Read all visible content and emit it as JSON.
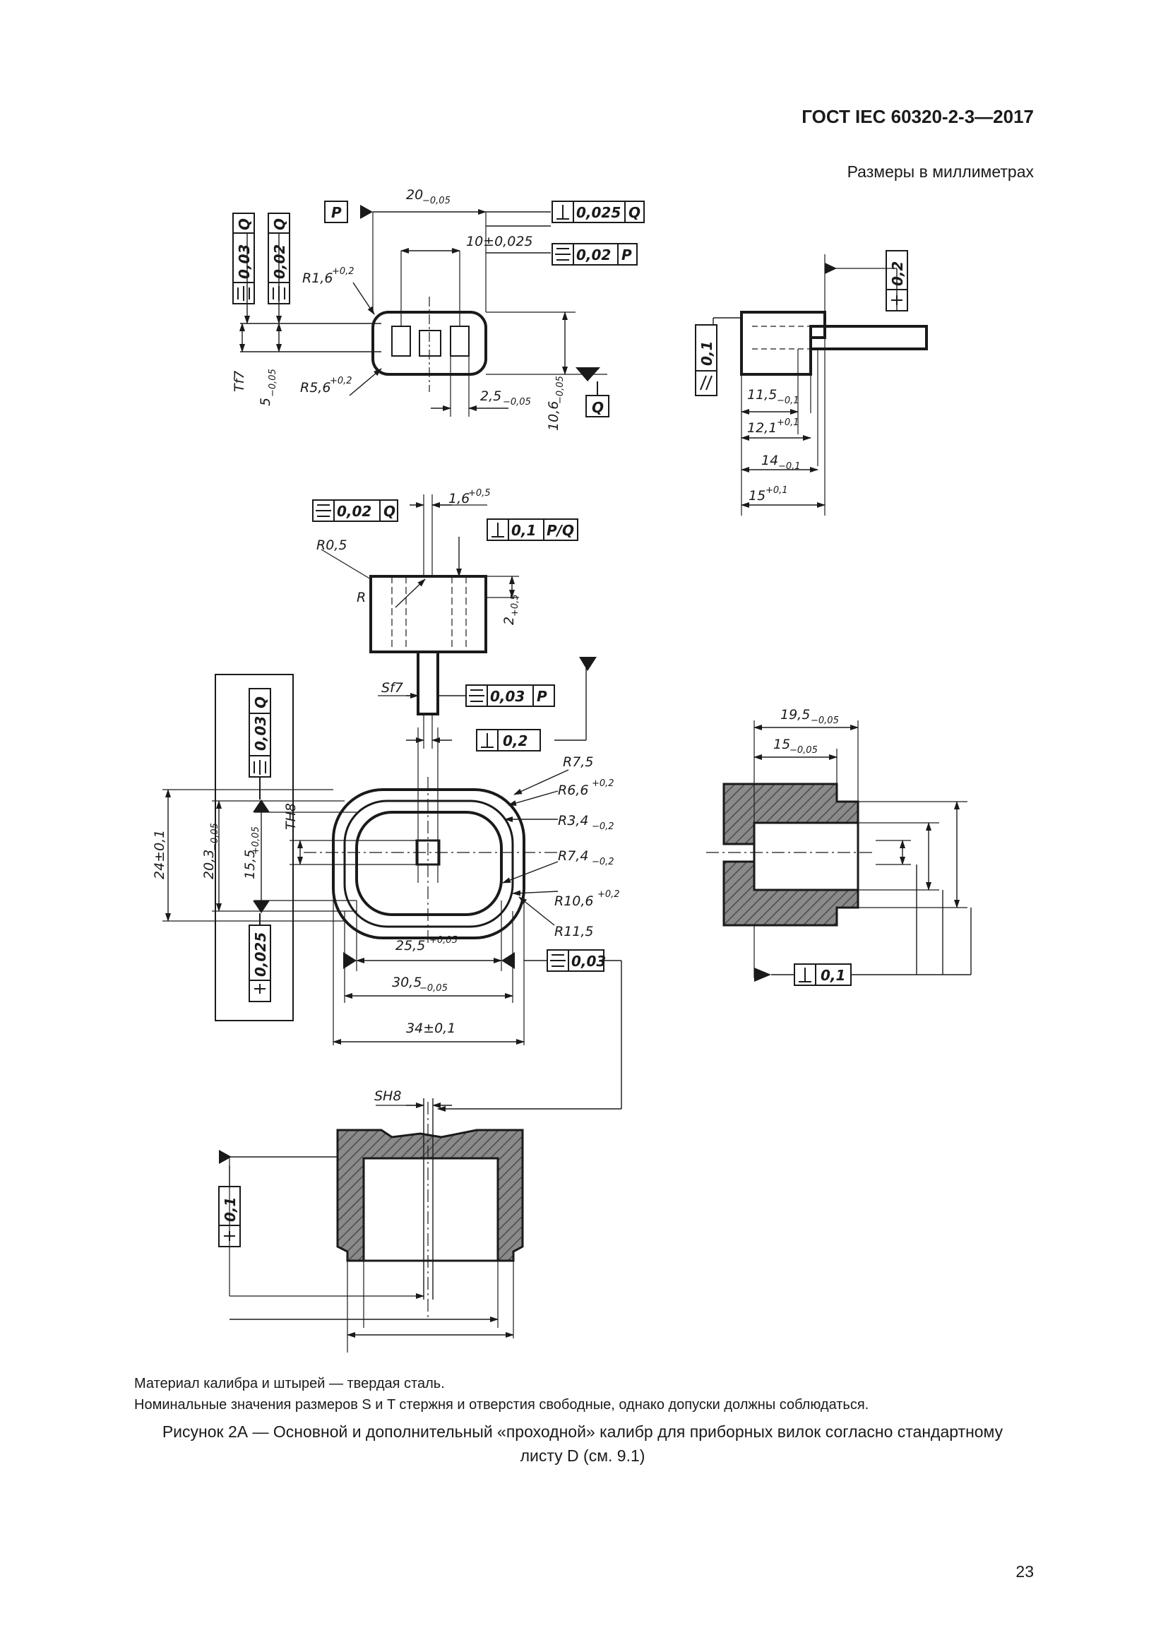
{
  "header": {
    "standard": "ГОСТ IEC 60320-2-3—2017",
    "units_note": "Размеры в миллиметрах"
  },
  "fig_top_left": {
    "datum_p": "P",
    "datum_q": "Q",
    "dim_20": "20",
    "dim_20_tol": "−0,05",
    "dim_10": "10±0,025",
    "fc_perp": "0,025",
    "fc_perp_ref": "Q",
    "fc_sym_02": "0,02",
    "fc_sym_02_ref": "P",
    "fc_v1": "0,03",
    "fc_v1_ref": "Q",
    "fc_v2": "0,02",
    "fc_v2_ref": "Q",
    "r16": "R1,6",
    "r16_tol": "+0,2",
    "r56": "R5,6",
    "r56_tol": "+0,2",
    "tf7": "Tf7",
    "dim_5": "5",
    "dim_5_tol": "−0,05",
    "dim_25": "2,5",
    "dim_25_tol": "−0,05",
    "dim_106": "10,6",
    "dim_106_tol": "−0,05"
  },
  "fig_top_right": {
    "fc_perp": "0,2",
    "fc_par": "0,1",
    "dim_115": "11,5",
    "dim_115_tol": "−0,1",
    "dim_121": "12,1",
    "dim_121_tol": "+0,1",
    "dim_14": "14",
    "dim_14_tol": "−0,1",
    "dim_15": "15",
    "dim_15_tol": "+0,1"
  },
  "fig_mid": {
    "fc_sym": "0,02",
    "fc_sym_ref": "Q",
    "dim_16": "1,6",
    "dim_16_tol": "+0,5",
    "fc_perp": "0,1",
    "fc_perp_ref": "P/Q",
    "r05": "R0,5",
    "r": "R",
    "dim_2": "2",
    "dim_2_tol": "+0,5",
    "sf7": "Sf7",
    "fc_sym_pin": "0,03",
    "fc_sym_pin_ref": "P",
    "fc_perp_pin": "0,2"
  },
  "fig_main": {
    "fc_v_top": "0,03",
    "fc_v_top_ref": "Q",
    "fc_v_bottom": "0,025",
    "r75": "R7,5",
    "r66": "R6,6",
    "r66_tol": "+0,2",
    "r34": "R3,4",
    "r34_tol": "−0,2",
    "r74": "R7,4",
    "r74_tol": "−0,2",
    "r106": "R10,6",
    "r106_tol": "+0,2",
    "r115": "R11,5",
    "dim_24": "24±0,1",
    "dim_203": "20,3",
    "dim_203_tol": "−0,05",
    "dim_155": "15,5",
    "dim_155_tol": "+0,05",
    "th8": "TH8",
    "dim_255": "25,5",
    "dim_255_tol": "+0,05",
    "dim_305": "30,5",
    "dim_305_tol": "−0,05",
    "dim_34": "34±0,1",
    "fc_sym": "0,03"
  },
  "fig_right_section": {
    "dim_195": "19,5",
    "dim_195_tol": "−0,05",
    "dim_15": "15",
    "dim_15_tol": "−0,05",
    "fc_perp": "0,1"
  },
  "fig_bottom": {
    "sh8": "SH8",
    "fc_perp": "0,1"
  },
  "notes": [
    "Материал калибра и штырей — твердая сталь.",
    "Номинальные значения размеров S и T стержня и отверстия свободные, однако допуски должны соблюдаться."
  ],
  "caption": {
    "line1": "Рисунок 2А — Основной и дополнительный «проходной» калибр для приборных вилок согласно стандартному",
    "line2": "листу D (см. 9.1)"
  },
  "page_number": "23"
}
